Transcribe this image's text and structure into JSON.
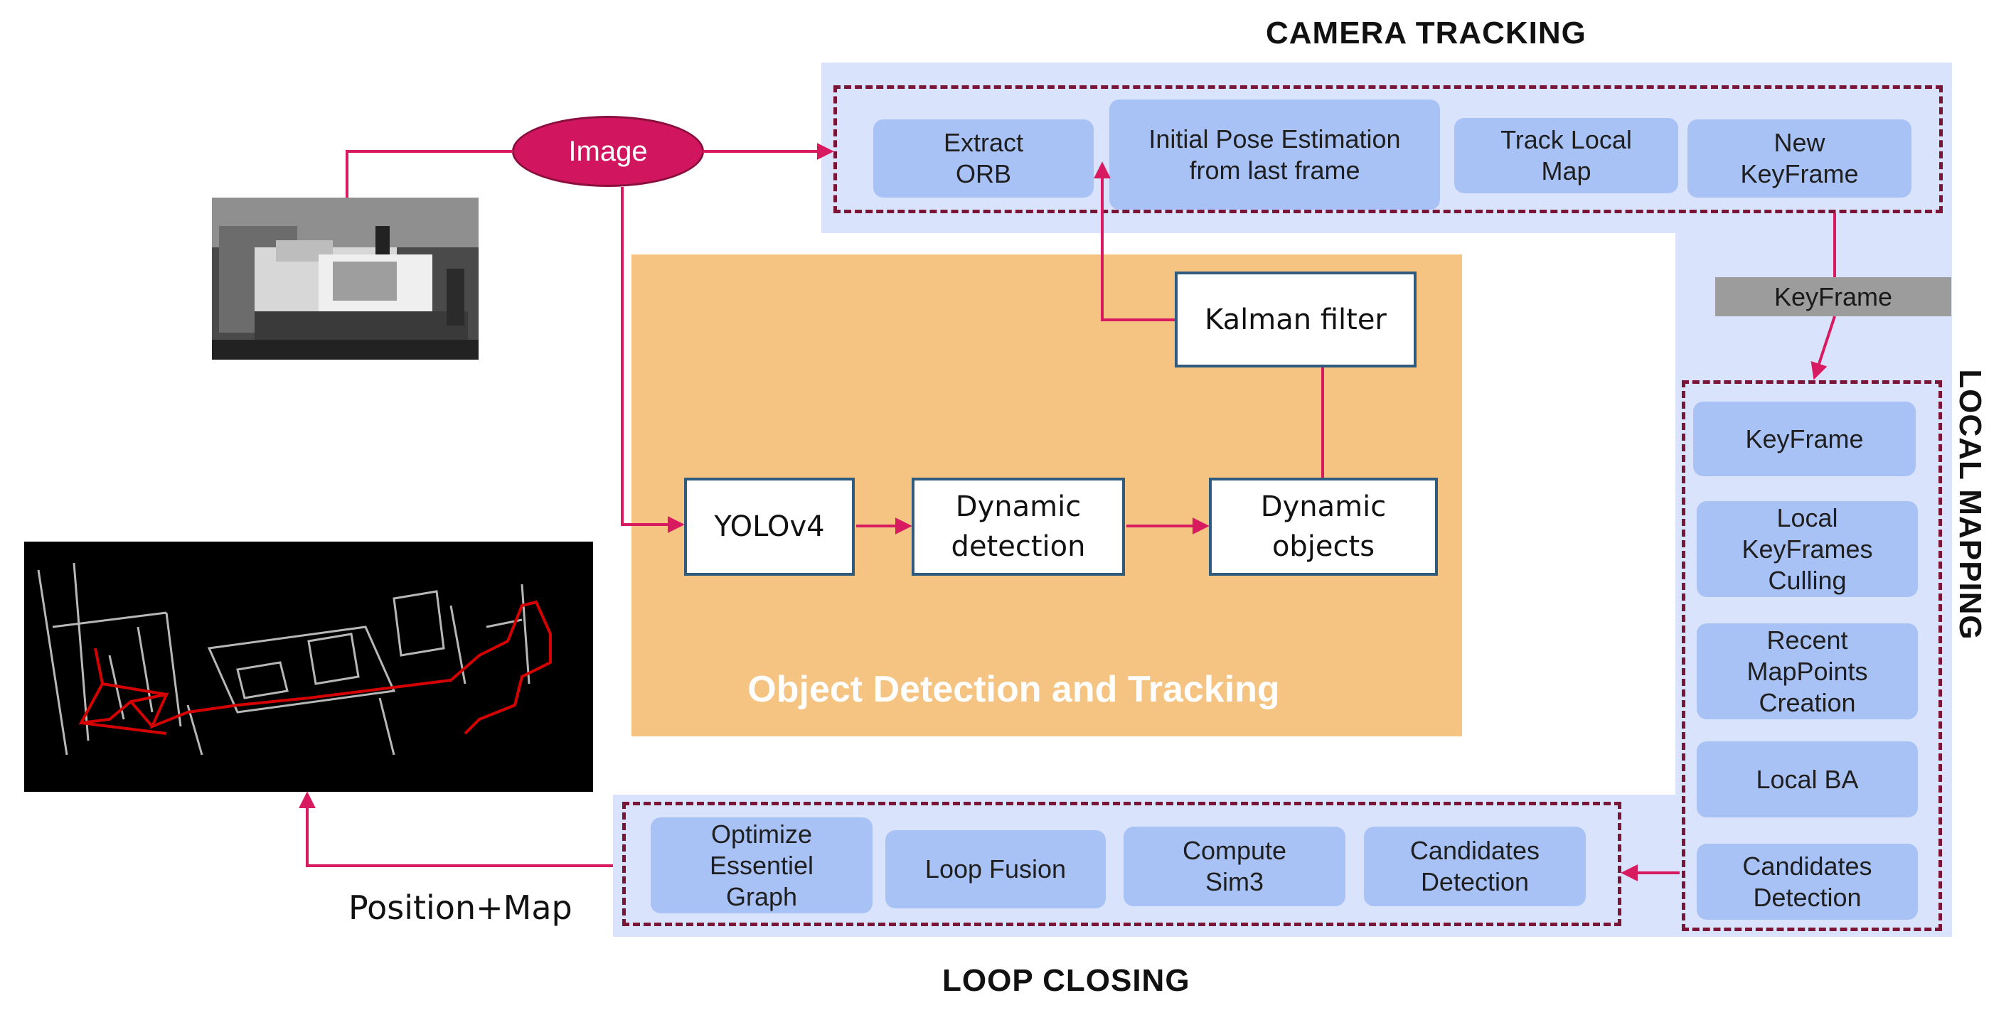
{
  "camera_tracking": {
    "title": "CAMERA TRACKING",
    "steps": [
      "Extract\nORB",
      "Initial Pose Estimation\nfrom last frame",
      "Track Local\nMap",
      "New\nKeyFrame"
    ]
  },
  "image_node": "Image",
  "keyframe_label": "KeyFrame",
  "object_detection": {
    "title": "Object Detection and Tracking",
    "kalman": "Kalman filter",
    "yolo": "YOLOv4",
    "dynamic_detection": "Dynamic\ndetection",
    "dynamic_objects": "Dynamic\nobjects"
  },
  "local_mapping": {
    "title": "LOCAL MAPPING",
    "steps": [
      "KeyFrame",
      "Local\nKeyFrames\nCulling",
      "Recent\nMapPoints\nCreation",
      "Local BA",
      "Candidates\nDetection"
    ]
  },
  "loop_closing": {
    "title": "LOOP CLOSING",
    "steps": [
      "Optimize\nEssentiel\nGraph",
      "Loop Fusion",
      "Compute\nSim3",
      "Candidates\nDetection"
    ]
  },
  "output_label": "Position+Map",
  "colors": {
    "accent": "#d81b60",
    "dash": "#7a1537",
    "panel": "#d9e3fb",
    "box": "#a9c2f6",
    "orange": "#f5c482"
  }
}
